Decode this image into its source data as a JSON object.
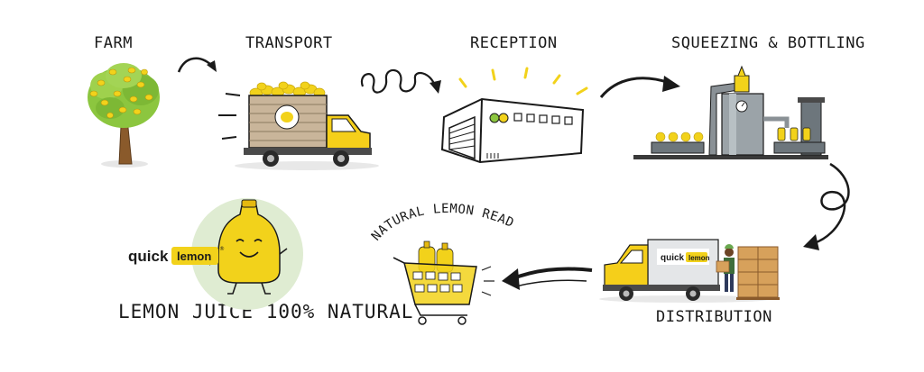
{
  "steps": {
    "farm": "FARM",
    "transport": "TRANSPORT",
    "reception": "RECEPTION",
    "squeezing": "SQUEEZING & BOTTLING",
    "distribution": "DISTRIBUTION",
    "ready": "NATURAL LEMON READY TO USE"
  },
  "brand": {
    "quick": "quick",
    "lemon": "lemon",
    "registered": "®",
    "tagline": "LEMON JUICE 100% NATURAL"
  },
  "colors": {
    "lemon_yellow": "#f2d21b",
    "truck_yellow": "#f5cf1a",
    "ink": "#1a1a1a",
    "tree_green": "#8cc63f",
    "trunk": "#8a5a2b",
    "circle_bg": "#dfecd2",
    "machine_grey": "#8a9196",
    "crate": "#d7a15b"
  },
  "icons": [
    "tree-icon",
    "truck-icon",
    "warehouse-icon",
    "factory-icon",
    "shopping-cart-icon",
    "lemon-bottle-mascot-icon",
    "delivery-truck-icon",
    "arrow-icon"
  ]
}
